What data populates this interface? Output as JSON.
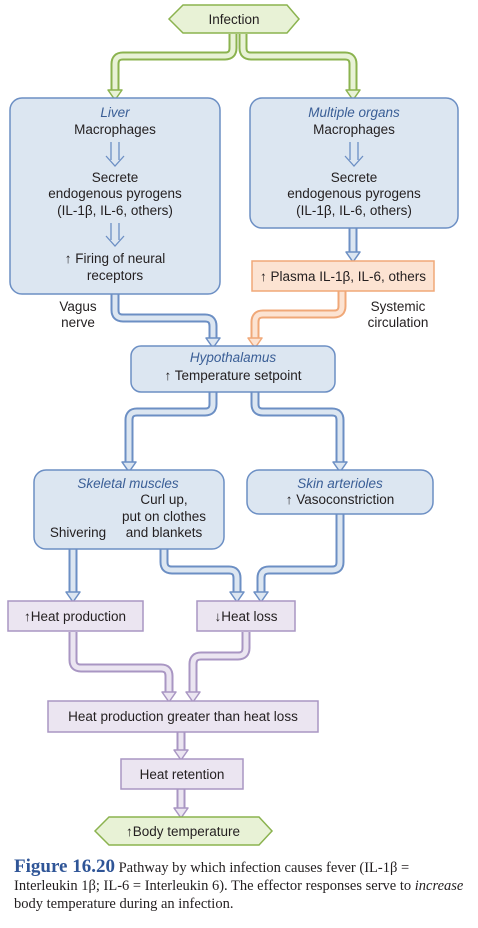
{
  "nodes": {
    "infection": "Infection",
    "liver": {
      "title": "Liver",
      "line1": "Macrophages",
      "line2": "Secrete",
      "line3": "endogenous pyrogens",
      "line4": "(IL-1β, IL-6, others)",
      "line5": "↑ Firing of neural",
      "line6": "receptors"
    },
    "organs": {
      "title": "Multiple organs",
      "line1": "Macrophages",
      "line2": "Secrete",
      "line3": "endogenous pyrogens",
      "line4": "(IL-1β, IL-6, others)"
    },
    "plasma": "↑ Plasma IL-1β, IL-6, others",
    "vagus": [
      "Vagus",
      "nerve"
    ],
    "systemic": [
      "Systemic",
      "circulation"
    ],
    "hypothalamus": {
      "title": "Hypothalamus",
      "line1": "↑ Temperature setpoint"
    },
    "skeletal": {
      "title": "Skeletal muscles",
      "line1": "Curl up,",
      "line2": "put on clothes",
      "line3": "Shivering",
      "line4": "and blankets"
    },
    "skin": {
      "title": "Skin arterioles",
      "line1": "↑ Vasoconstriction"
    },
    "heat_production": "↑Heat production",
    "heat_loss": "↓Heat loss",
    "greater": "Heat production greater than heat loss",
    "retention": "Heat retention",
    "body_temp": "↑Body temperature"
  },
  "caption": {
    "label": "Figure 16.20",
    "text1": "Pathway by which infection causes fever (IL-1β = Interleukin 1β; IL-6 = Interleukin 6). The effector responses serve to ",
    "emph": "increase",
    "text2": " body temperature during an infection."
  },
  "colors": {
    "blue_fill": "#dce6f1",
    "blue_border": "#6c8fc4",
    "green_fill": "#e8f2d6",
    "green_border": "#8bb34f",
    "orange_fill": "#fce3d2",
    "orange_border": "#f0a878",
    "purple_fill": "#ebe5f1",
    "purple_border": "#a996c3",
    "title_blue": "#3a5e96"
  }
}
